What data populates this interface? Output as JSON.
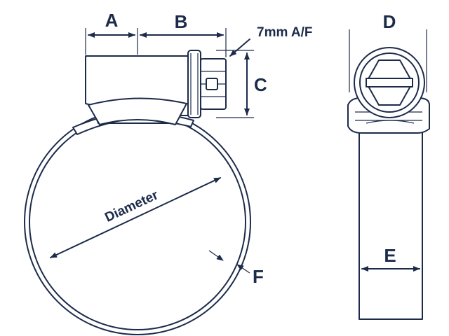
{
  "labels": {
    "a": "A",
    "b": "B",
    "c": "C",
    "d": "D",
    "e": "E",
    "f": "F",
    "hex_size": "7mm A/F",
    "diameter": "Diameter"
  },
  "colors": {
    "line": "#1c2b4a",
    "background": "#ffffff"
  }
}
